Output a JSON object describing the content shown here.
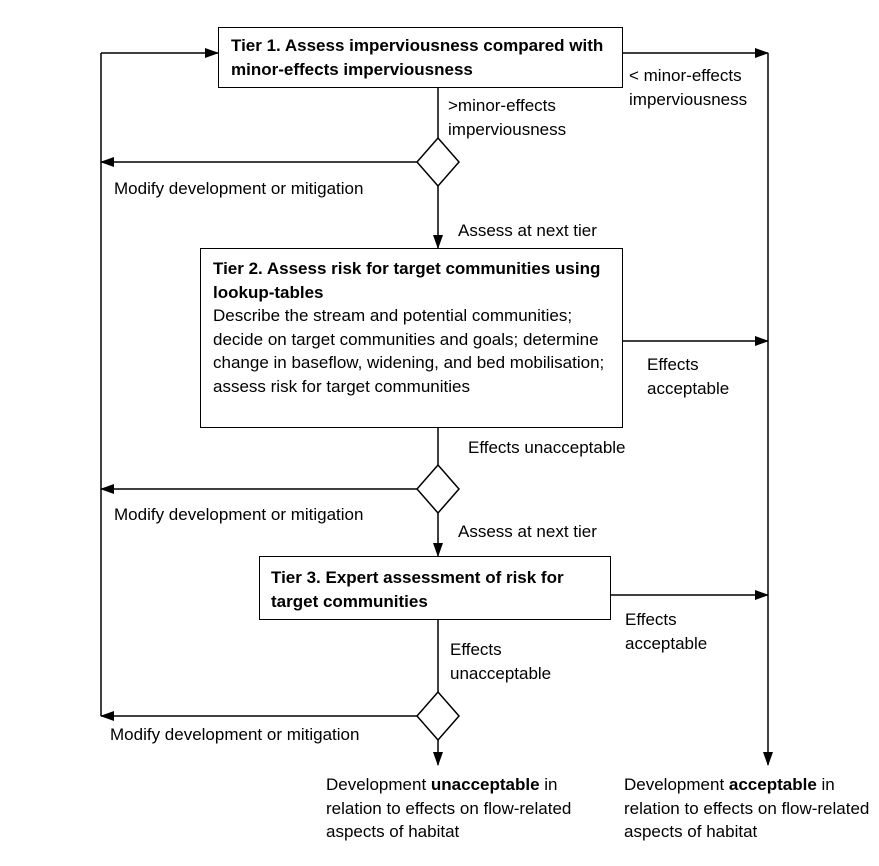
{
  "colors": {
    "stroke": "#000000",
    "background": "#ffffff"
  },
  "tier1": {
    "title": "Tier 1. Assess imperviousness compared with minor-effects imperviousness"
  },
  "tier2": {
    "title": "Tier 2. Assess risk for target communities using lookup-tables",
    "body": "Describe the stream and potential communities; decide on target communities and goals; determine change in baseflow, widening, and bed mobilisation; assess risk for target communities"
  },
  "tier3": {
    "title": "Tier 3. Expert assessment of risk for target communities"
  },
  "labels": {
    "gt_minor": ">minor-effects imperviousness",
    "lt_minor": "< minor-effects imperviousness",
    "modify": "Modify development or mitigation",
    "assess_next": "Assess at next tier",
    "effects_acceptable": "Effects acceptable",
    "effects_unacceptable": "Effects unacceptable"
  },
  "outcomes": {
    "unacceptable": {
      "prefix": "Development ",
      "emphasis": "unacceptable",
      "suffix": " in relation to effects on flow-related aspects of habitat"
    },
    "acceptable": {
      "prefix": "Development ",
      "emphasis": "acceptable",
      "suffix": " in relation to effects on flow-related aspects of habitat"
    }
  }
}
